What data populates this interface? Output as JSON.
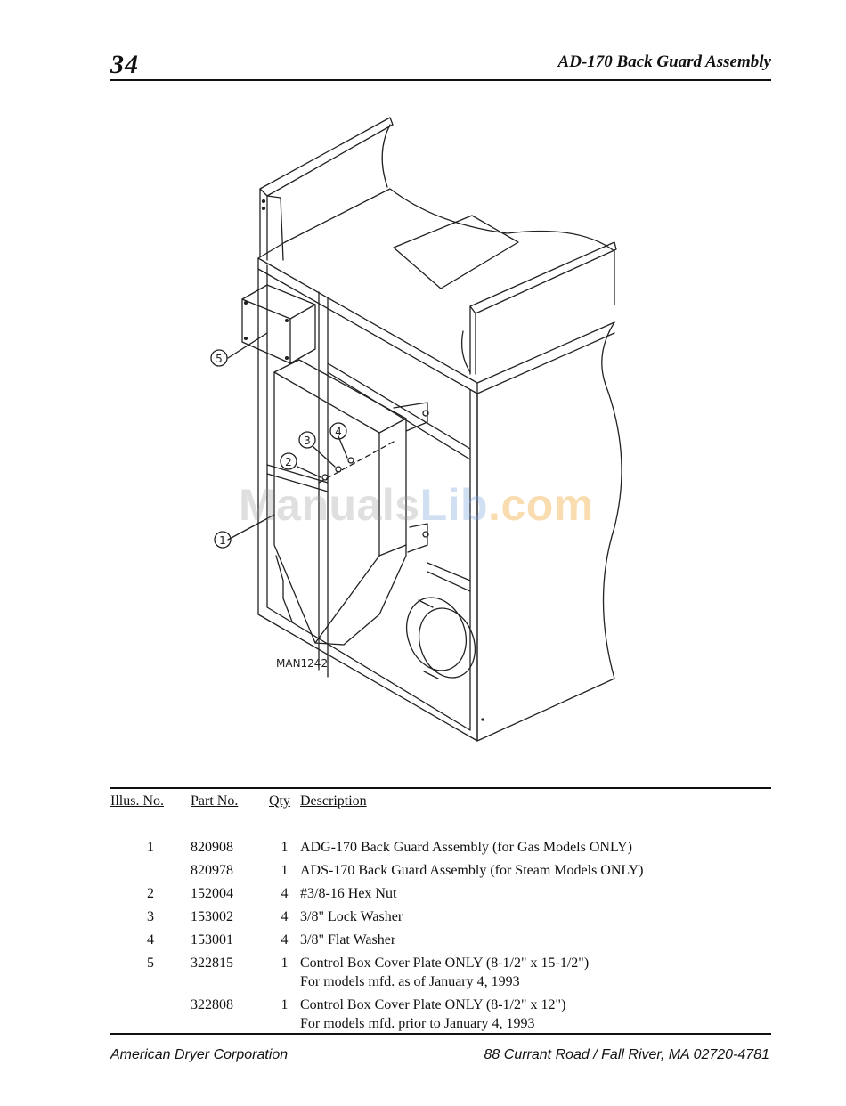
{
  "header": {
    "page_number": "34",
    "title": "AD-170 Back Guard Assembly"
  },
  "diagram": {
    "drawing_code": "MAN1242",
    "callouts": [
      "5",
      "4",
      "3",
      "2",
      "1"
    ]
  },
  "watermark": {
    "part1": "Manuals",
    "part2": "Lib",
    "part3": ".com"
  },
  "parts_table": {
    "headers": {
      "illus": "Illus. No.",
      "part": "Part No.",
      "qty": "Qty",
      "desc": "Description"
    },
    "rows": [
      {
        "illus": "1",
        "part": "820908",
        "qty": "1",
        "desc": "ADG-170 Back Guard Assembly (for Gas Models ONLY)",
        "desc2": ""
      },
      {
        "illus": "",
        "part": "820978",
        "qty": "1",
        "desc": "ADS-170 Back Guard Assembly (for Steam Models ONLY)",
        "desc2": ""
      },
      {
        "illus": "2",
        "part": "152004",
        "qty": "4",
        "desc": "#3/8-16 Hex Nut",
        "desc2": ""
      },
      {
        "illus": "3",
        "part": "153002",
        "qty": "4",
        "desc": "3/8\" Lock Washer",
        "desc2": ""
      },
      {
        "illus": "4",
        "part": "153001",
        "qty": "4",
        "desc": "3/8\" Flat Washer",
        "desc2": ""
      },
      {
        "illus": "5",
        "part": "322815",
        "qty": "1",
        "desc": "Control Box Cover Plate ONLY (8-1/2\" x 15-1/2\")",
        "desc2": "For models mfd. as of January 4, 1993"
      },
      {
        "illus": "",
        "part": "322808",
        "qty": "1",
        "desc": "Control Box Cover Plate ONLY (8-1/2\" x 12\")",
        "desc2": "For models mfd. prior to January 4, 1993"
      }
    ]
  },
  "footer": {
    "company": "American Dryer Corporation",
    "address": "88 Currant Road / Fall River, MA 02720-4781"
  }
}
